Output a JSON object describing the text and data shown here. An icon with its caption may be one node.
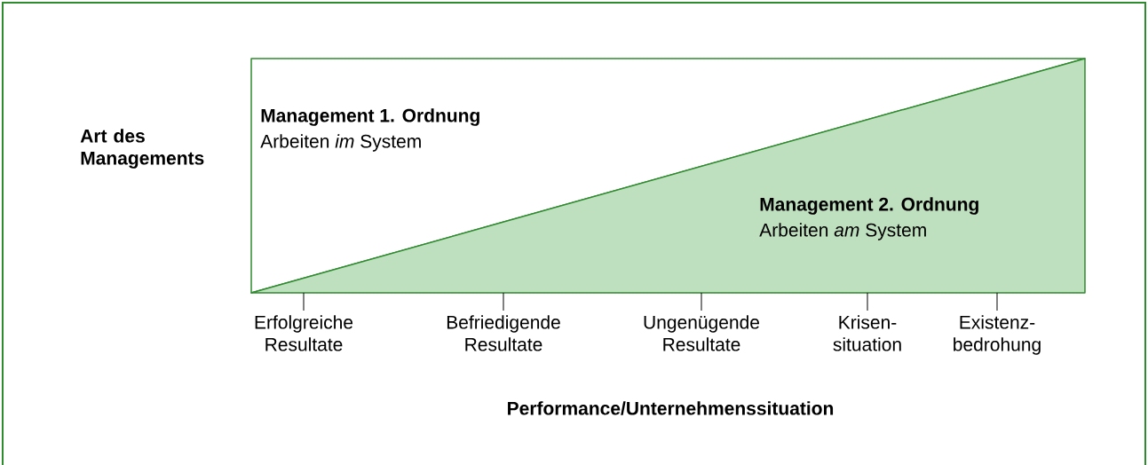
{
  "diagram": {
    "nodes": [
      {
        "text": [
          "**Management 1. Ordnung**",
          "Arbeiten *im* System"
        ]
      },
      {
        "text": [
          "**Management 2. Ordnung**",
          "Arbeiten *am* System"
        ]
      }
    ],
    "edges": [],
    "labels": [
      "Art des Managements",
      "Erfolgreiche Resultate",
      "Befriedigende Resultate",
      "Ungenügende Resultate",
      "Krisen- situation",
      "Existenz- bedrohung",
      "Performance/Unternehmenssituation"
    ]
  }
}
